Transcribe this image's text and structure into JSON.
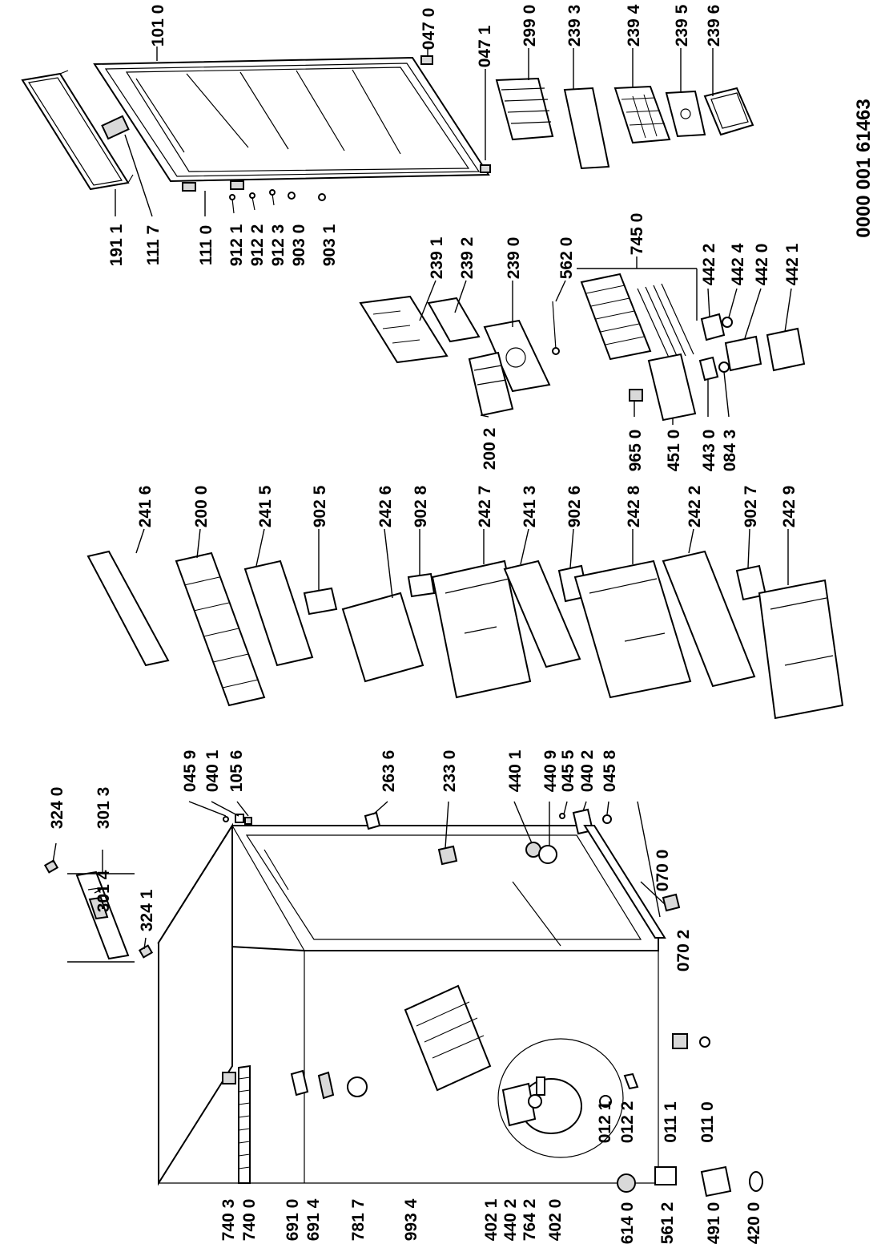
{
  "reference": "0000 001 61463",
  "labels": {
    "c1_101_0": "101 0",
    "c1_047_0": "047 0",
    "c1_047_1": "047 1",
    "c1_299_0": "299 0",
    "c1_239_3": "239 3",
    "c1_239_4": "239 4",
    "c1_239_5": "239 5",
    "c1_239_6": "239 6",
    "c1_191_1": "191 1",
    "c1_111_7": "111 7",
    "c1_111_0": "111 0",
    "c1_912_1": "912 1",
    "c1_912_2": "912 2",
    "c1_912_3": "912 3",
    "c1_903_0": "903 0",
    "c1_903_1": "903 1",
    "c2_239_1": "239 1",
    "c2_239_2": "239 2",
    "c2_239_0": "239 0",
    "c2_562_0": "562 0",
    "c2_745_0": "745 0",
    "c2_442_2": "442 2",
    "c2_442_4": "442 4",
    "c2_442_0": "442 0",
    "c2_442_1": "442 1",
    "c2_200_2": "200 2",
    "c2_965_0": "965 0",
    "c2_451_0": "451 0",
    "c2_443_0": "443 0",
    "c2_084_3": "084 3",
    "c3_241_6": "241 6",
    "c3_200_0": "200 0",
    "c3_241_5": "241 5",
    "c3_902_5": "902 5",
    "c3_242_6": "242 6",
    "c3_902_8": "902 8",
    "c3_242_7": "242 7",
    "c3_241_3": "241 3",
    "c3_902_6": "902 6",
    "c3_242_8": "242 8",
    "c3_242_2": "242 2",
    "c3_902_7": "902 7",
    "c3_242_9": "242 9",
    "c4_324_0": "324 0",
    "c4_301_3": "301 3",
    "c4_301_4": "301 4",
    "c4_324_1": "324 1",
    "c4_045_9": "045 9",
    "c4_040_1": "040 1",
    "c4_105_6": "105 6",
    "c4_263_6": "263 6",
    "c4_233_0": "233 0",
    "c4_440_1": "440 1",
    "c4_440_9": "440 9",
    "c4_045_5": "045 5",
    "c4_040_2": "040 2",
    "c4_045_8": "045 8",
    "c4_070_0": "070 0",
    "c4_070_2": "070 2",
    "c4_740_3": "740 3",
    "c4_740_0": "740 0",
    "c4_691_0": "691 0",
    "c4_691_4": "691 4",
    "c4_781_7": "781 7",
    "c4_993_4": "993 4",
    "c4_402_1": "402 1",
    "c4_440_2": "440 2",
    "c4_764_2": "764 2",
    "c4_402_0": "402 0",
    "c4_012_1": "012 1",
    "c4_012_2": "012 2",
    "c4_011_1": "011 1",
    "c4_011_0": "011 0",
    "c4_614_0": "614 0",
    "c4_561_2": "561 2",
    "c4_491_0": "491 0",
    "c4_420_0": "420 0"
  }
}
